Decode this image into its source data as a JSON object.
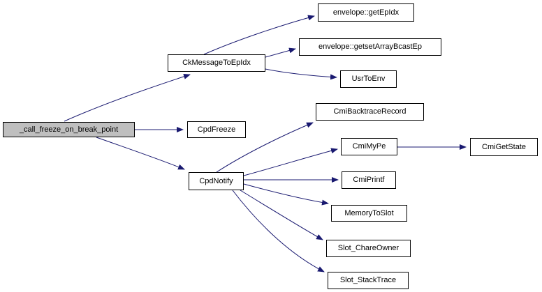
{
  "diagram": {
    "kind": "call-graph",
    "background_color": "#ffffff",
    "edge_color": "#191970",
    "node_border_color": "#000000",
    "node_fill_color": "#ffffff",
    "root_node_fill_color": "#bfbfbf",
    "nodes": [
      {
        "id": "root",
        "label": "_call_freeze_on_break_point",
        "is_root": true
      },
      {
        "id": "ckMessageToEpIdx",
        "label": "CkMessageToEpIdx"
      },
      {
        "id": "cpdFreeze",
        "label": "CpdFreeze"
      },
      {
        "id": "cpdNotify",
        "label": "CpdNotify"
      },
      {
        "id": "getEpIdx",
        "label": "envelope::getEpIdx"
      },
      {
        "id": "getsetArrayBcastEp",
        "label": "envelope::getsetArrayBcastEp"
      },
      {
        "id": "usrToEnv",
        "label": "UsrToEnv"
      },
      {
        "id": "cmiBacktraceRecord",
        "label": "CmiBacktraceRecord"
      },
      {
        "id": "cmiMyPe",
        "label": "CmiMyPe"
      },
      {
        "id": "cmiPrintf",
        "label": "CmiPrintf"
      },
      {
        "id": "memoryToSlot",
        "label": "MemoryToSlot"
      },
      {
        "id": "slotChareOwner",
        "label": "Slot_ChareOwner"
      },
      {
        "id": "slotStackTrace",
        "label": "Slot_StackTrace"
      },
      {
        "id": "cmiGetState",
        "label": "CmiGetState"
      }
    ],
    "edges": [
      {
        "from": "_call_freeze_on_break_point",
        "to": "CkMessageToEpIdx"
      },
      {
        "from": "_call_freeze_on_break_point",
        "to": "CpdFreeze"
      },
      {
        "from": "_call_freeze_on_break_point",
        "to": "CpdNotify"
      },
      {
        "from": "CkMessageToEpIdx",
        "to": "envelope::getEpIdx"
      },
      {
        "from": "CkMessageToEpIdx",
        "to": "envelope::getsetArrayBcastEp"
      },
      {
        "from": "CkMessageToEpIdx",
        "to": "UsrToEnv"
      },
      {
        "from": "CpdNotify",
        "to": "CmiBacktraceRecord"
      },
      {
        "from": "CpdNotify",
        "to": "CmiMyPe"
      },
      {
        "from": "CpdNotify",
        "to": "CmiPrintf"
      },
      {
        "from": "CpdNotify",
        "to": "MemoryToSlot"
      },
      {
        "from": "CpdNotify",
        "to": "Slot_ChareOwner"
      },
      {
        "from": "CpdNotify",
        "to": "Slot_StackTrace"
      },
      {
        "from": "CmiMyPe",
        "to": "CmiGetState"
      }
    ]
  }
}
